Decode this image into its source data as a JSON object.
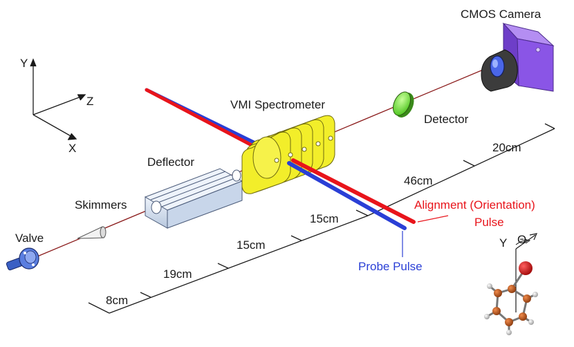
{
  "labels": {
    "cmos_camera": "CMOS Camera",
    "vmi_spectrometer": "VMI Spectrometer",
    "detector": "Detector",
    "deflector": "Deflector",
    "skimmers": "Skimmers",
    "valve": "Valve",
    "alignment_pulse_line1": "Alignment (Orientation)",
    "alignment_pulse_line2": "Pulse",
    "probe_pulse": "Probe Pulse",
    "axis_y": "Y",
    "axis_z": "Z",
    "axis_x": "X",
    "molecule_y": "Y",
    "theta": "Θ"
  },
  "distances": {
    "d_20cm": "20cm",
    "d_46cm": "46cm",
    "d_15cm_upper": "15cm",
    "d_15cm_lower": "15cm",
    "d_19cm": "19cm",
    "d_8cm": "8cm"
  },
  "colors": {
    "alignment_pulse": "#e8141b",
    "probe_pulse": "#2a3fd6",
    "molecular_beam": "#8b1c1c",
    "camera_body": "#8a55e6",
    "detector": "#6fe336",
    "spectrometer": "#f2ee2a",
    "deflector": "#d6e2f2",
    "atom_carbon": "#b3531e",
    "atom_heavy": "#c41414"
  }
}
